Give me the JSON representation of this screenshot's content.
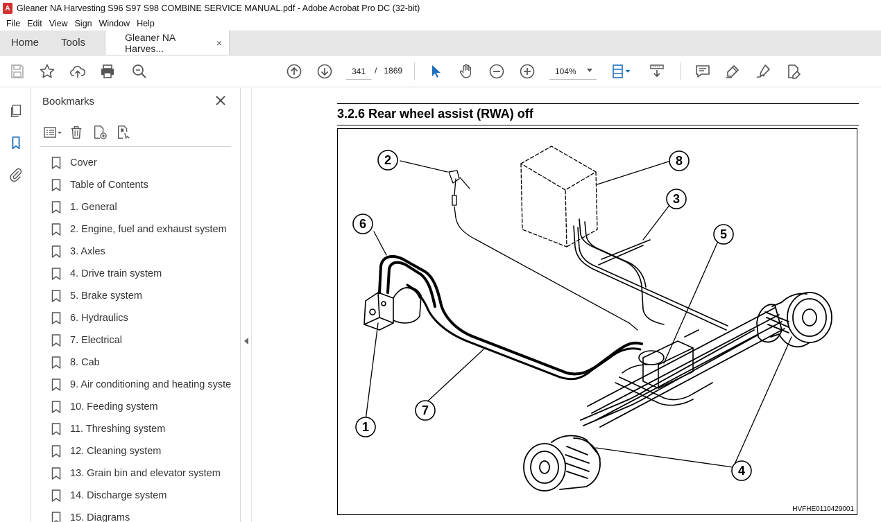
{
  "window": {
    "title": "Gleaner NA Harvesting S96  S97  S98 COMBINE SERVICE MANUAL.pdf - Adobe Acrobat Pro DC (32-bit)"
  },
  "menu": [
    "File",
    "Edit",
    "View",
    "Sign",
    "Window",
    "Help"
  ],
  "tabs": {
    "home": "Home",
    "tools": "Tools",
    "document": "Gleaner NA Harves...",
    "close": "×"
  },
  "toolbar": {
    "page_current": "341",
    "page_separator": "/",
    "page_total": "1869",
    "zoom": "104%"
  },
  "bookmarks": {
    "title": "Bookmarks",
    "items": [
      {
        "label": "Cover"
      },
      {
        "label": "Table of Contents"
      },
      {
        "label": "1. General"
      },
      {
        "label": "2. Engine, fuel and exhaust system"
      },
      {
        "label": "3. Axles"
      },
      {
        "label": "4. Drive train system"
      },
      {
        "label": "5. Brake system"
      },
      {
        "label": "6. Hydraulics"
      },
      {
        "label": "7. Electrical"
      },
      {
        "label": "8. Cab"
      },
      {
        "label": "9. Air conditioning and heating syste"
      },
      {
        "label": "10. Feeding system"
      },
      {
        "label": "11. Threshing system"
      },
      {
        "label": "12. Cleaning system"
      },
      {
        "label": "13. Grain bin and elevator system"
      },
      {
        "label": "14. Discharge system"
      },
      {
        "label": "15. Diagrams"
      }
    ]
  },
  "document": {
    "heading": "3.2.6  Rear wheel assist (RWA) off",
    "figure_code": "HVFHE0110429001",
    "callouts": [
      "1",
      "2",
      "3",
      "4",
      "5",
      "6",
      "7",
      "8"
    ]
  },
  "colors": {
    "accent_blue": "#1f6fbf",
    "acrobat_red": "#d32f2f",
    "icon_gray": "#555555"
  }
}
